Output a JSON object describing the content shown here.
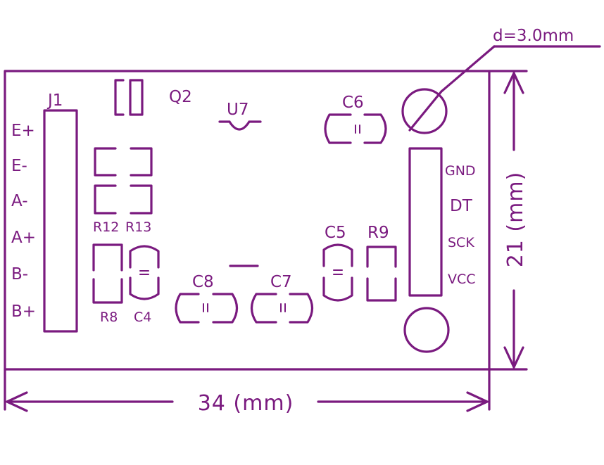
{
  "hole_dimension": "d=3.0mm",
  "connector_j1": {
    "ref": "J1",
    "pins": [
      "E+",
      "E-",
      "A-",
      "A+",
      "B-",
      "B+"
    ]
  },
  "connector_right": {
    "pins": [
      "GND",
      "DT",
      "SCK",
      "VCC"
    ]
  },
  "components": {
    "q2": "Q2",
    "u7": "U7",
    "c6": "C6",
    "c5": "C5",
    "r9": "R9",
    "c8": "C8",
    "c7": "C7",
    "r12": "R12",
    "r13": "R13",
    "r8": "R8",
    "c4": "C4"
  },
  "dimensions": {
    "width": "34 (mm)",
    "height": "21 (mm)"
  },
  "colors": {
    "ink": "#7a1a7f",
    "background": "#ffffff"
  }
}
